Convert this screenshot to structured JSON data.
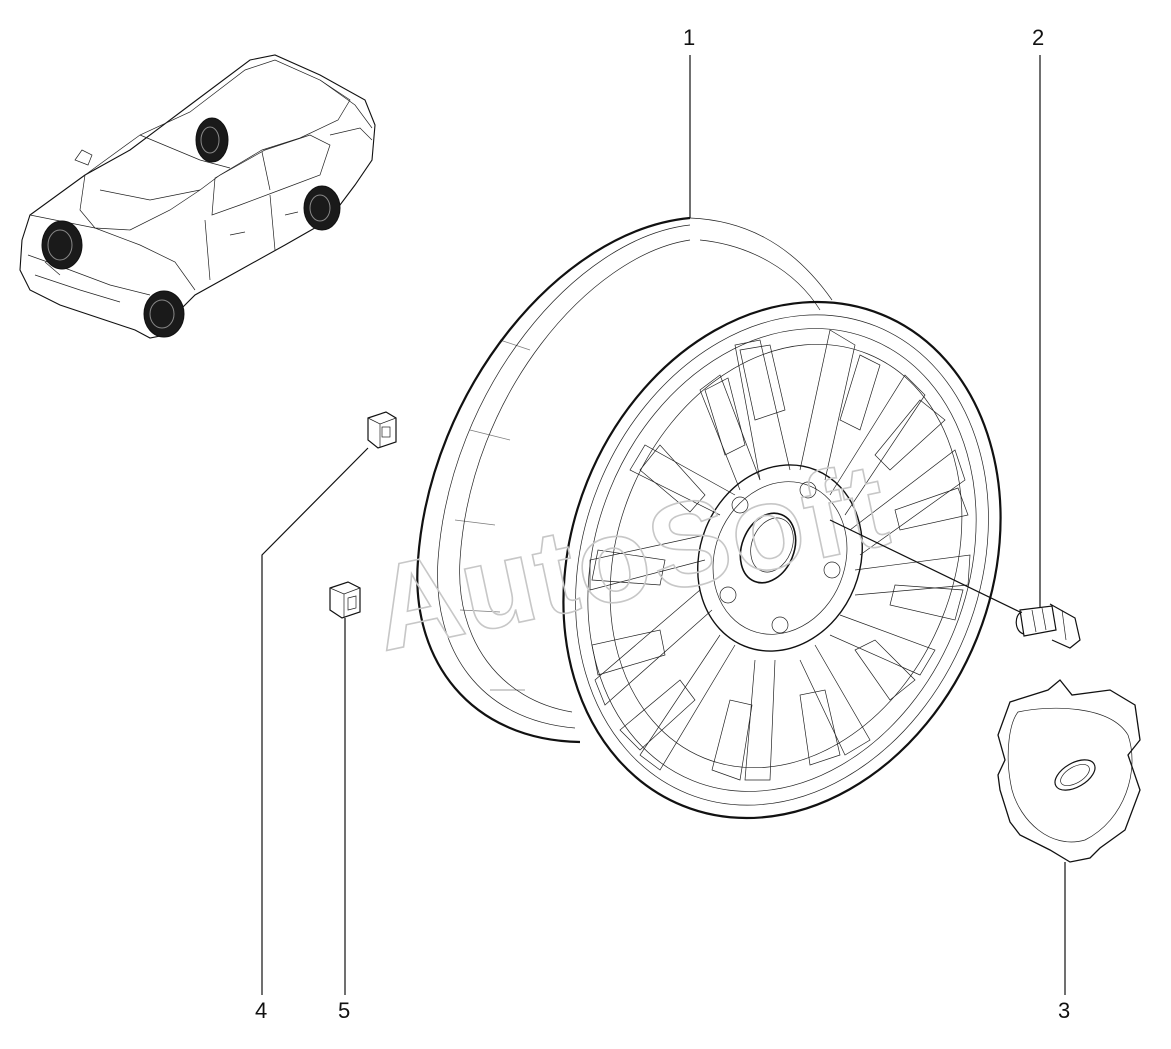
{
  "diagram": {
    "watermark": "AutoSoft",
    "callouts": [
      {
        "id": "1",
        "label": "1"
      },
      {
        "id": "2",
        "label": "2"
      },
      {
        "id": "3",
        "label": "3"
      },
      {
        "id": "4",
        "label": "4"
      },
      {
        "id": "5",
        "label": "5"
      }
    ]
  }
}
